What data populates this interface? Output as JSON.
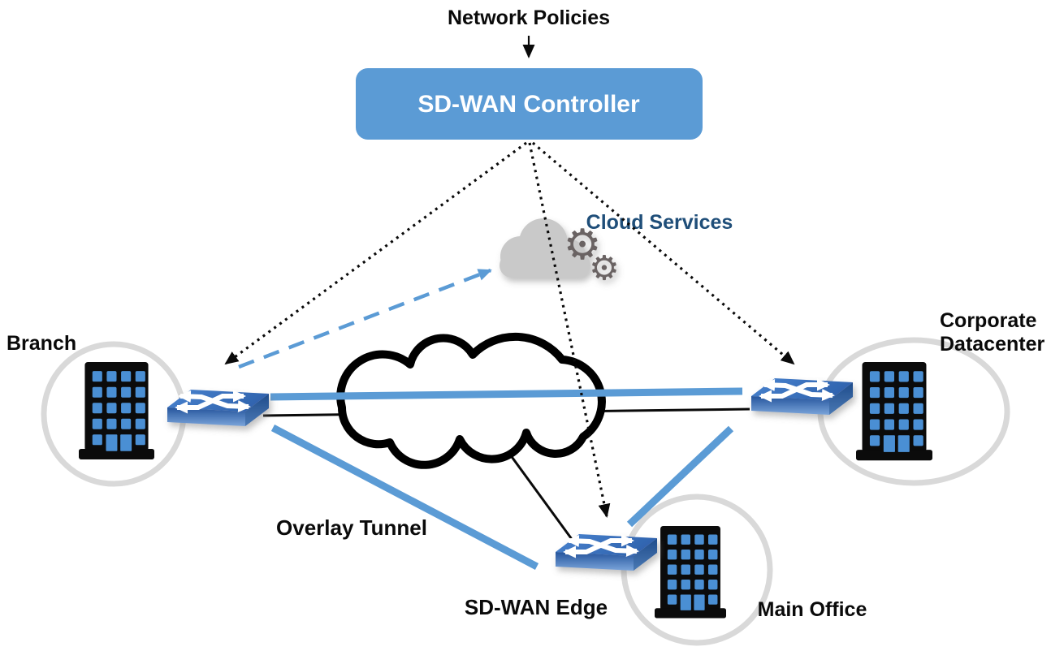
{
  "diagram": {
    "title_hint": "SD-WAN architecture diagram",
    "header": {
      "network_policies_label": "Network Policies"
    },
    "controller": {
      "label": "SD-WAN Controller"
    },
    "cloud_services": {
      "label": "Cloud Services",
      "gear_icon_glyph": "⚙"
    },
    "nodes": {
      "branch": {
        "label": "Branch"
      },
      "corporate_datacenter": {
        "label_line1": "Corporate",
        "label_line2": "Datacenter"
      },
      "main_office": {
        "label": "Main Office"
      },
      "sd_wan_edge": {
        "label": "SD-WAN Edge"
      }
    },
    "links": {
      "overlay_tunnel_label": "Overlay Tunnel",
      "overlay_tunnels": [
        "branch-switch to datacenter-switch",
        "branch-switch to sd-wan-edge-switch",
        "sd-wan-edge-switch to datacenter-switch"
      ],
      "underlay_links": [
        "branch-switch through wan-cloud to datacenter-switch",
        "wan-cloud to sd-wan-edge-switch"
      ],
      "control_connections": [
        "controller to branch-switch (dotted)",
        "controller to sd-wan-edge-switch (dotted)",
        "controller to datacenter-switch (dotted)",
        "branch-switch to cloud-services (blue dashed)"
      ]
    },
    "colors": {
      "accent_blue": "#5B9BD5",
      "switch_top_blue": "#3d74c4",
      "switch_front_dark": "#2a5aa0",
      "navy_label": "#1F4E79",
      "services_cloud_gray": "#c9c9c9",
      "gear_gray": "#6b6464",
      "site_circle_gray": "#d9d9d9",
      "building_black": "#0b0b0b",
      "window_blue": "#4a8fd4",
      "wan_cloud_stroke": "#000000"
    }
  }
}
